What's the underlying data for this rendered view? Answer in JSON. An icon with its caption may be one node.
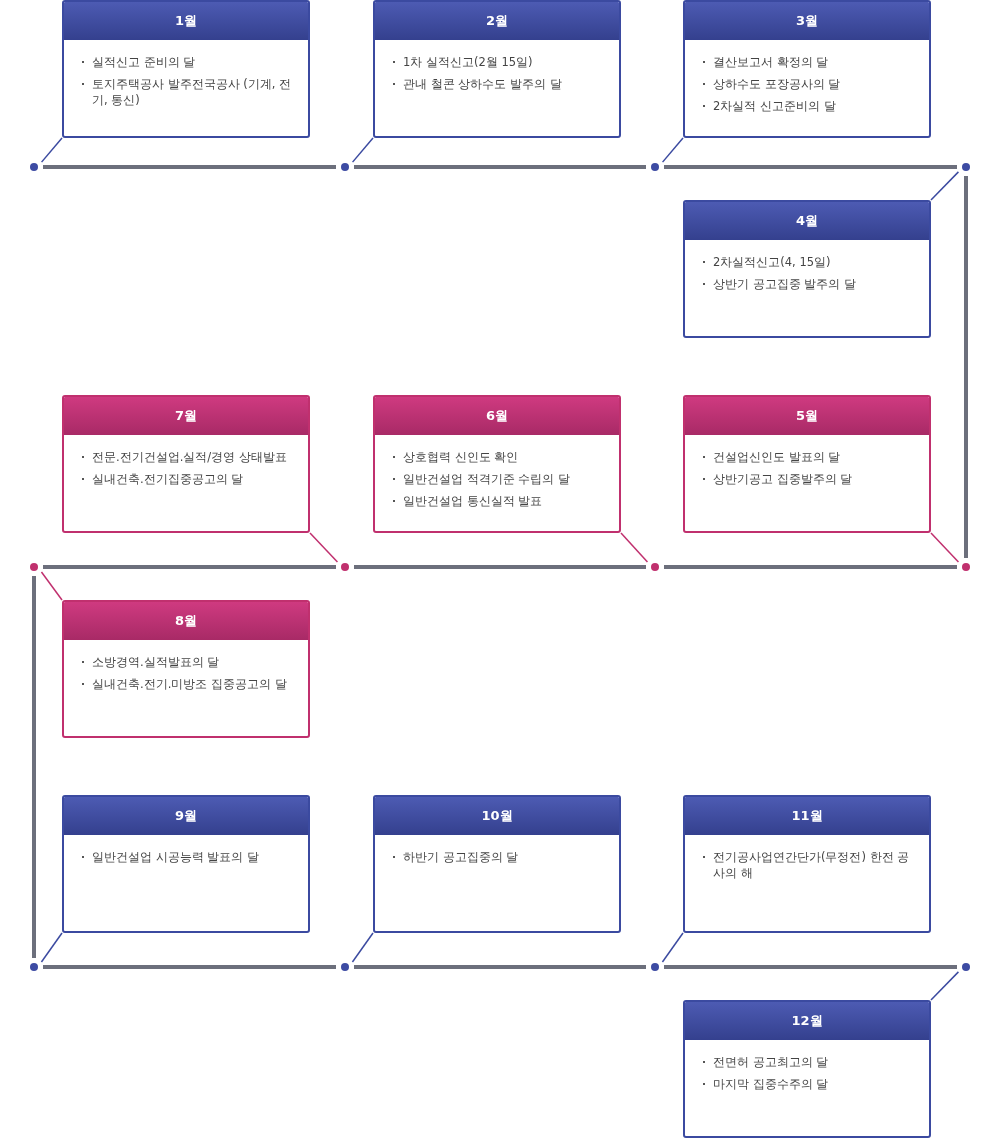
{
  "diagram": {
    "nodes": [
      {
        "text": [
          "1월",
          "실적신고 준비의 달",
          "토지주택공사 발주전국공사 (기계, 전기, 통신)"
        ]
      },
      {
        "text": [
          "2월",
          "1차 실적신고(2월 15일)",
          "관내 철콘 상하수도 발주의 달"
        ]
      },
      {
        "text": [
          "3월",
          "결산보고서 확정의 달",
          "상하수도 포장공사의 달",
          "2차실적 신고준비의 달"
        ]
      },
      {
        "text": [
          "4월",
          "2차실적신고(4, 15일)",
          "상반기 공고집중 발주의 달"
        ]
      },
      {
        "text": [
          "5월",
          "건설업신인도 발표의 달",
          "상반기공고 집중발주의 달"
        ]
      },
      {
        "text": [
          "6월",
          "상호협력 신인도 확인",
          "일반건설업 적격기준 수립의 달",
          "일반건설업 통신실적 발표"
        ]
      },
      {
        "text": [
          "7월",
          "전문.전기건설업.실적/경영 상태발표",
          "실내건축.전기집중공고의 달"
        ]
      },
      {
        "text": [
          "8월",
          "소방경역.실적발표의 달",
          "실내건축.전기.미방조 집중공고의 달"
        ]
      },
      {
        "text": [
          "9월",
          "일반건설업 시공능력 발표의 달"
        ]
      },
      {
        "text": [
          "10월",
          "하반기 공고집중의 달"
        ]
      },
      {
        "text": [
          "11월",
          "전기공사업연간단가(무정전) 한전 공사의 해"
        ]
      },
      {
        "text": [
          "12월",
          "전면허 공고최고의 달",
          "마지막 집중수주의 달"
        ]
      },
      {
        "text": [],
        "shape": "circle"
      },
      {
        "text": [],
        "shape": "circle"
      },
      {
        "text": [],
        "shape": "circle"
      },
      {
        "text": [],
        "shape": "circle"
      },
      {
        "text": [],
        "shape": "circle"
      },
      {
        "text": [],
        "shape": "circle"
      },
      {
        "text": [],
        "shape": "circle"
      },
      {
        "text": [],
        "shape": "circle"
      },
      {
        "text": [],
        "shape": "circle"
      },
      {
        "text": [],
        "shape": "circle"
      },
      {
        "text": [],
        "shape": "circle"
      },
      {
        "text": [],
        "shape": "circle"
      }
    ],
    "edges": [
      {
        "from": 0,
        "to": 12,
        "arrow": "none",
        "color": "#3b4aa0"
      },
      {
        "from": 1,
        "to": 13,
        "arrow": "none",
        "color": "#3b4aa0"
      },
      {
        "from": 2,
        "to": 14,
        "arrow": "none",
        "color": "#3b4aa0"
      },
      {
        "from": 3,
        "to": 15,
        "arrow": "none",
        "color": "#3b4aa0"
      },
      {
        "from": 4,
        "to": 19,
        "arrow": "none",
        "color": "#c0306e"
      },
      {
        "from": 5,
        "to": 18,
        "arrow": "none",
        "color": "#c0306e"
      },
      {
        "from": 6,
        "to": 17,
        "arrow": "none",
        "color": "#c0306e"
      },
      {
        "from": 7,
        "to": 16,
        "arrow": "none",
        "color": "#c0306e"
      },
      {
        "from": 8,
        "to": 20,
        "arrow": "none",
        "color": "#3b4aa0"
      },
      {
        "from": 9,
        "to": 21,
        "arrow": "none",
        "color": "#3b4aa0"
      },
      {
        "from": 10,
        "to": 22,
        "arrow": "none",
        "color": "#3b4aa0"
      },
      {
        "from": 11,
        "to": 23,
        "arrow": "none",
        "color": "#3b4aa0"
      },
      {
        "from": 12,
        "to": 13,
        "arrow": "none",
        "style": "thick"
      },
      {
        "from": 13,
        "to": 14,
        "arrow": "none",
        "style": "thick"
      },
      {
        "from": 14,
        "to": 15,
        "arrow": "none",
        "style": "thick"
      },
      {
        "from": 15,
        "to": 19,
        "arrow": "none",
        "style": "thick"
      },
      {
        "from": 19,
        "to": 18,
        "arrow": "none",
        "style": "thick"
      },
      {
        "from": 18,
        "to": 17,
        "arrow": "none",
        "style": "thick"
      },
      {
        "from": 17,
        "to": 16,
        "arrow": "none",
        "style": "thick"
      },
      {
        "from": 16,
        "to": 20,
        "arrow": "none",
        "style": "thick"
      },
      {
        "from": 20,
        "to": 21,
        "arrow": "none",
        "style": "thick"
      },
      {
        "from": 21,
        "to": 22,
        "arrow": "none",
        "style": "thick"
      },
      {
        "from": 22,
        "to": 23,
        "arrow": "none",
        "style": "thick"
      }
    ]
  }
}
